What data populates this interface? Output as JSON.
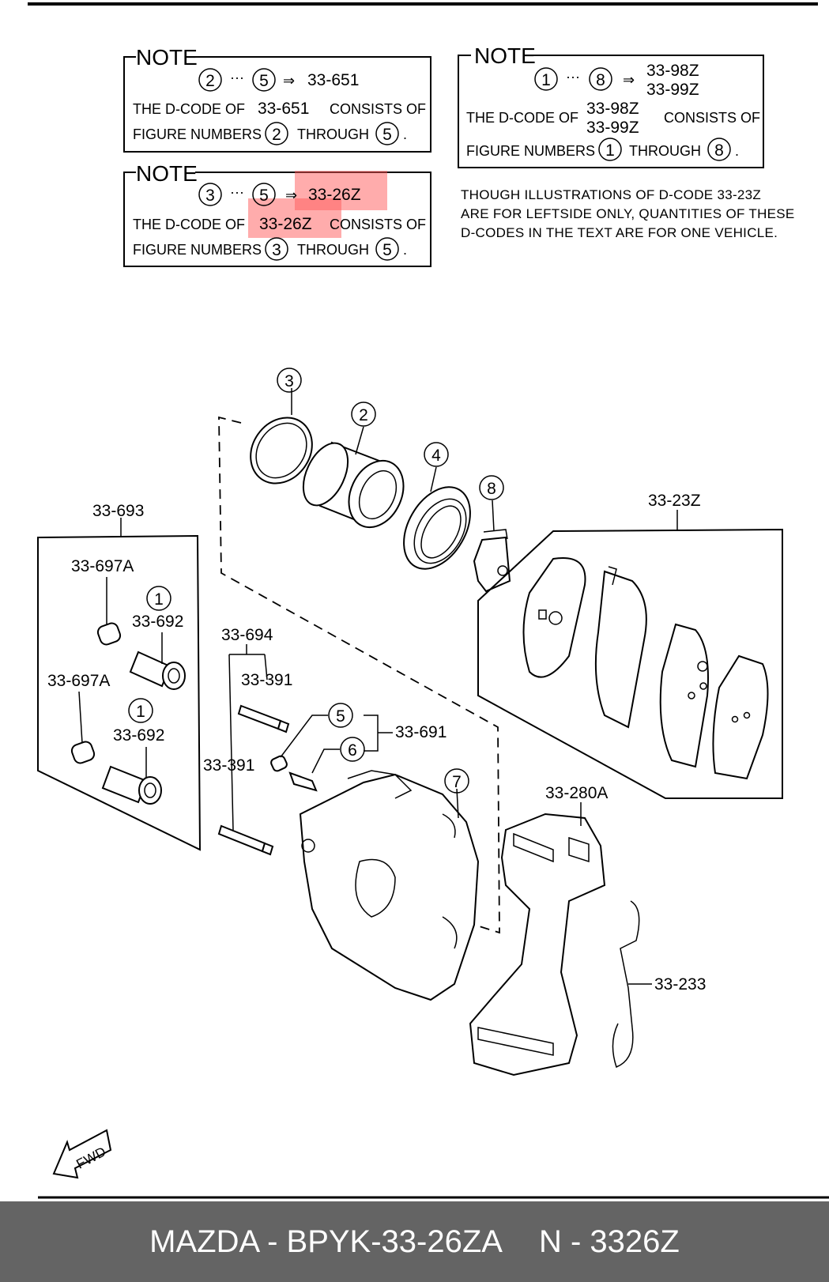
{
  "note1": {
    "title": "NOTE",
    "ref_from": "2",
    "ref_dots": "···",
    "ref_to": "5",
    "arrow": "⇒",
    "code": "33-651",
    "line1_prefix": "THE D-CODE OF",
    "line1_code": "33-651",
    "line1_suffix": "CONSISTS OF",
    "line2_prefix": "FIGURE NUMBERS",
    "line2_from": "2",
    "line2_mid": "THROUGH",
    "line2_to": "5",
    "line2_end": "."
  },
  "note2": {
    "title": "NOTE",
    "ref_from": "1",
    "ref_dots": "···",
    "ref_to": "8",
    "arrow": "⇒",
    "code_a": "33-98Z",
    "code_b": "33-99Z",
    "line1_prefix": "THE D-CODE OF",
    "line1_code_a": "33-98Z",
    "line1_code_b": "33-99Z",
    "line1_suffix": "CONSISTS OF",
    "line2_prefix": "FIGURE NUMBERS",
    "line2_from": "1",
    "line2_mid": "THROUGH",
    "line2_to": "8",
    "line2_end": "."
  },
  "note3": {
    "title": "NOTE",
    "ref_from": "3",
    "ref_dots": "···",
    "ref_to": "5",
    "arrow": "⇒",
    "code": "33-26Z",
    "line1_prefix": "THE D-CODE OF",
    "line1_code": "33-26Z",
    "line1_suffix": "CONSISTS OF",
    "line2_prefix": "FIGURE NUMBERS",
    "line2_from": "3",
    "line2_mid": "THROUGH",
    "line2_to": "5",
    "line2_end": "."
  },
  "caption": {
    "line1": "THOUGH ILLUSTRATIONS OF D-CODE 33-23Z",
    "line2": "ARE FOR LEFTSIDE ONLY, QUANTITIES OF THESE",
    "line3": "D-CODES IN THE TEXT ARE FOR ONE VEHICLE."
  },
  "highlight_color": "#ff5a5a",
  "figure_numbers": [
    "1",
    "1",
    "2",
    "3",
    "4",
    "5",
    "6",
    "7",
    "8"
  ],
  "part_labels": {
    "p33_693": "33-693",
    "p33_697A_top": "33-697A",
    "p33_692_top": "33-692",
    "p33_697A_bottom": "33-697A",
    "p33_692_bottom": "33-692",
    "p33_694": "33-694",
    "p33_391_top": "33-391",
    "p33_391_left": "33-391",
    "p33_691": "33-691",
    "p33_23Z": "33-23Z",
    "p33_280A": "33-280A",
    "p33_233": "33-233"
  },
  "fwd_label": "FWD",
  "footer": {
    "left": "MAZDA - BPYK-33-26ZA",
    "right": "N - 3326Z",
    "background": "#646464"
  }
}
